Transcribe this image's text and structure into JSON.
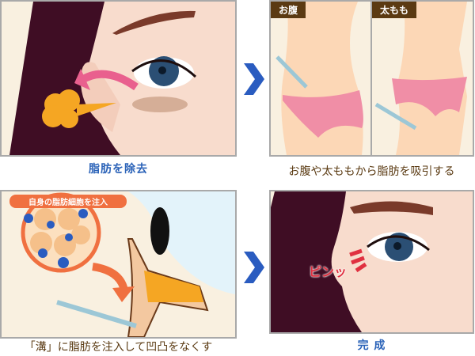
{
  "steps": [
    {
      "id": "remove-fat",
      "caption": "脂肪を除去",
      "caption_color": "#2a62b8"
    },
    {
      "id": "suction",
      "caption": "お腹や太ももから脂肪を吸引する",
      "caption_color": "#5a3a12",
      "sub_panels": [
        {
          "label": "お腹"
        },
        {
          "label": "太もも"
        }
      ]
    },
    {
      "id": "inject",
      "caption": "「溝」に脂肪を注入して凹凸をなくす",
      "caption_color": "#5a3a12",
      "badge_text": "自身の脂肪細胞を注入"
    },
    {
      "id": "complete",
      "caption": "完 成",
      "caption_color": "#2a62b8",
      "effect_text": "ピンッ"
    }
  ],
  "colors": {
    "chevron": "#2a5cc0",
    "panel_border": "#a9a9a9",
    "hair": "#3f0d24",
    "skin": "#f8dccd",
    "body_skin": "#fcd7b6",
    "underwear": "#f08ea6",
    "tag_bg": "#5b3a12",
    "fat": "#f5a623",
    "arrow_pink": "#e9608e",
    "arrow_orange": "#f07040",
    "effect_red": "#e03040"
  }
}
